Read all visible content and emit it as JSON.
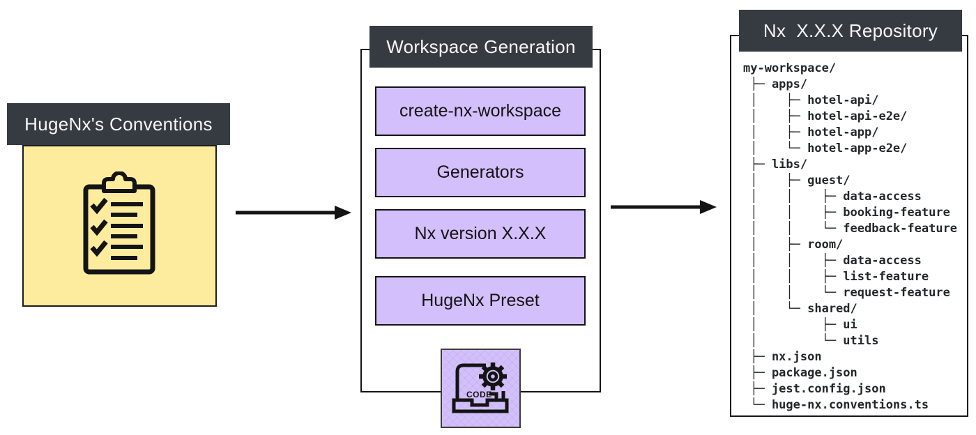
{
  "left_panel": {
    "title": "HugeNx's Conventions",
    "icon": "clipboard-checklist-icon"
  },
  "middle_panel": {
    "title": "Workspace Generation",
    "steps": [
      "create-nx-workspace",
      "Generators",
      "Nx version X.X.X",
      "HugeNx Preset"
    ],
    "icon": "laptop-code-gear-icon",
    "icon_label": "CODE"
  },
  "right_panel": {
    "title": "Nx  X.X.X Repository",
    "tree_lines": [
      "my-workspace/",
      " ├─ apps/",
      " │    ├─ hotel-api/",
      " │    ├─ hotel-api-e2e/",
      " │    ├─ hotel-app/",
      " │    └─ hotel-app-e2e/",
      " ├─ libs/",
      " │    ├─ guest/",
      " │    │    ├─ data-access",
      " │    │    ├─ booking-feature",
      " │    │    └─ feedback-feature",
      " │    ├─ room/",
      " │    │    ├─ data-access",
      " │    │    ├─ list-feature",
      " │    │    └─ request-feature",
      " │    └─ shared/",
      " │         ├─ ui",
      " │         └─ utils",
      " ├─ nx.json",
      " ├─ package.json",
      " ├─ jest.config.json",
      " └─ huge-nx.conventions.ts"
    ]
  },
  "arrows": [
    {
      "name": "conventions-to-generation"
    },
    {
      "name": "generation-to-repository"
    }
  ],
  "colors": {
    "header_bg": "#363b41",
    "header_text": "#f5f6f7",
    "note_yellow": "#fdec9e",
    "step_purple": "#d3bffb",
    "line_black": "#141414"
  }
}
